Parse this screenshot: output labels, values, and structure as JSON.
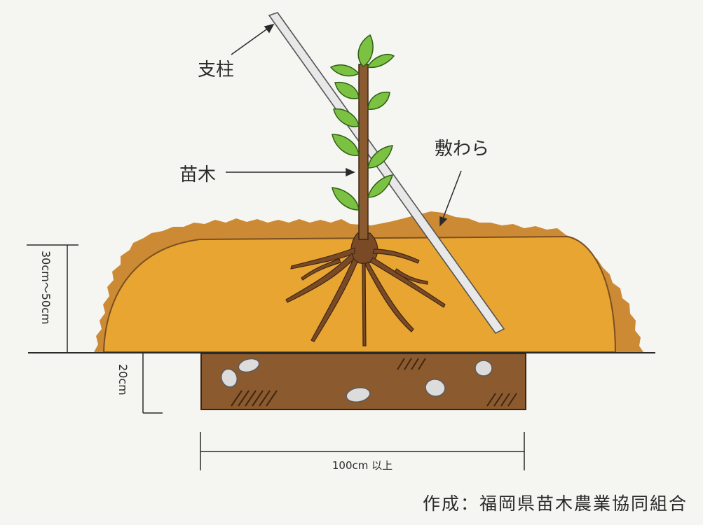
{
  "labels": {
    "stake": "支柱",
    "seedling": "苗木",
    "straw_mulch": "敷わら",
    "mound_height": "30cm〜50cm",
    "pit_depth": "20cm",
    "width": "100cm 以上"
  },
  "credit": "作成：福岡県苗木農業協同組合",
  "colors": {
    "background": "#f5f5f2",
    "mound_fill": "#e8a532",
    "straw_edge": "#cd8a34",
    "soil_pit": "#8b5a2e",
    "root": "#7a4a26",
    "stem": "#8a5a30",
    "leaf": "#7cc242",
    "stake": "#e8e8e8",
    "line": "#2a2a2a"
  }
}
